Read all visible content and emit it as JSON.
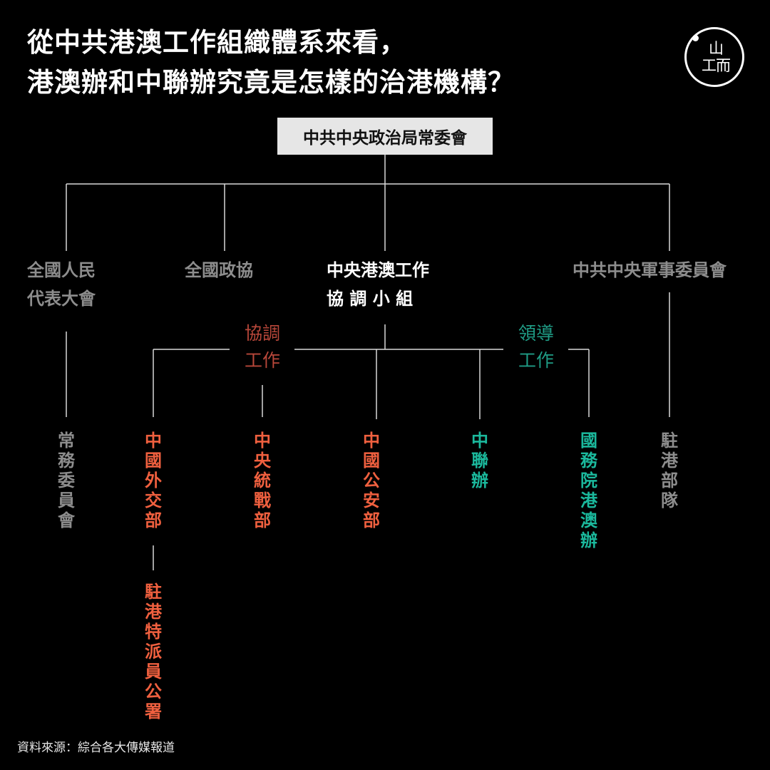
{
  "title": {
    "line1": "從中共港澳工作組織體系來看，",
    "line2": "港澳辦和中聯辦究竟是怎樣的治港機構？"
  },
  "logo": {
    "text": "山\n工而"
  },
  "nodes": {
    "top": "中共中央政治局常委會",
    "npc": "全國人民\n代表大會",
    "cppcc": "全國政協",
    "central_group": "中央港澳工作\n協 調 小 組",
    "cmc": "中共中央軍事委員會",
    "npc_standing": "常務委員會",
    "mfa": "中國外交部",
    "mfa_office": "駐港特派員公署",
    "ufwd": "中央統戰部",
    "mps": "中國公安部",
    "loc": "中聯辦",
    "hkmao": "國務院港澳辦",
    "garrison": "駐港部隊"
  },
  "labels": {
    "coordinate": "協調\n工作",
    "lead": "領導\n工作"
  },
  "colors": {
    "gray": "#8d8d8d",
    "orange": "#f0603f",
    "teal": "#1bb99d",
    "coordinate_label": "#b8473a",
    "lead_label": "#1f9d86"
  },
  "source": "資料來源：綜合各大傳媒報道"
}
